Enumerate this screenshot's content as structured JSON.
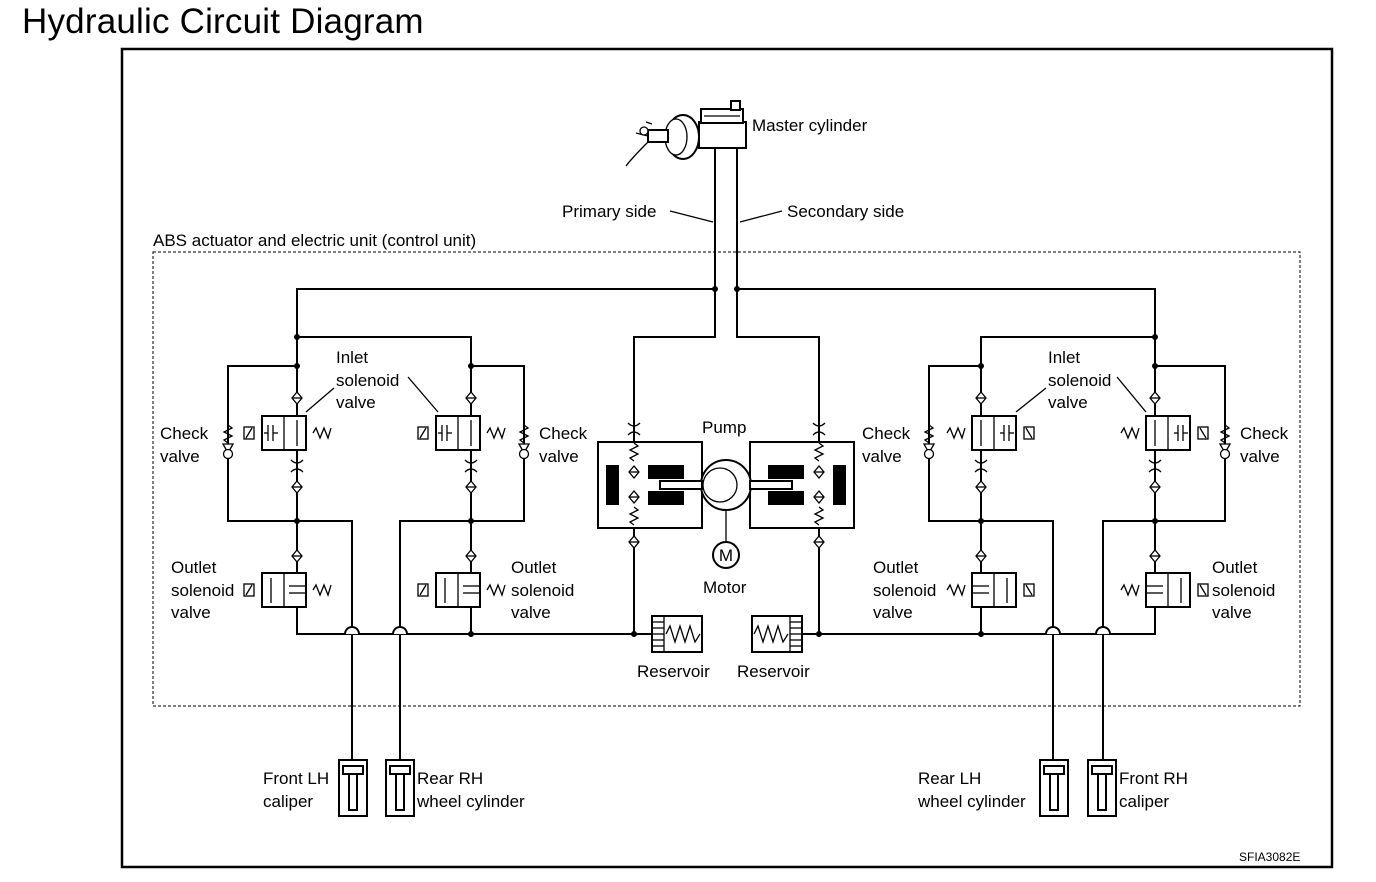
{
  "title": "Hydraulic Circuit Diagram",
  "labels": {
    "master_cylinder": "Master cylinder",
    "primary_side": "Primary side",
    "secondary_side": "Secondary side",
    "abs_unit": "ABS actuator and electric unit (control unit)",
    "inlet_l": [
      "Inlet",
      "solenoid",
      "valve"
    ],
    "inlet_r": [
      "Inlet",
      "solenoid",
      "valve"
    ],
    "check_valve": [
      "Check",
      "valve"
    ],
    "outlet_valve": [
      "Outlet",
      "solenoid",
      "valve"
    ],
    "pump": "Pump",
    "motor": "Motor",
    "motor_symbol": "M",
    "reservoir": "Reservoir",
    "front_lh": [
      "Front LH",
      "caliper"
    ],
    "rear_rh": [
      "Rear RH",
      "wheel cylinder"
    ],
    "rear_lh": [
      "Rear LH",
      "wheel cylinder"
    ],
    "front_rh": [
      "Front RH",
      "caliper"
    ],
    "code": "SFIA3082E"
  }
}
